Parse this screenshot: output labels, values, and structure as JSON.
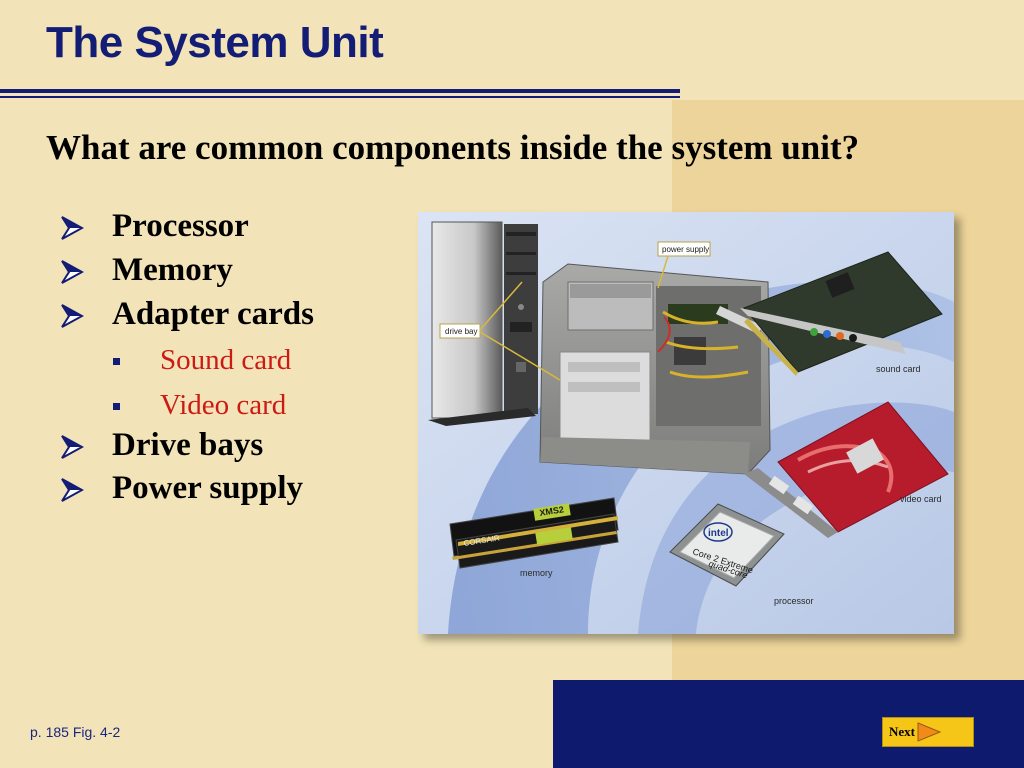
{
  "slide": {
    "title": "The System Unit",
    "question": "What are common components inside the system unit?",
    "bullets": [
      "Processor",
      "Memory",
      "Adapter cards"
    ],
    "sub_bullets": [
      "Sound card",
      "Video card"
    ],
    "bullets_after": [
      "Drive bays",
      "Power supply"
    ],
    "page_ref": "p. 185 Fig. 4-2",
    "next_label": "Next"
  },
  "figure": {
    "labels": {
      "power_supply": "power supply",
      "drive_bay": "drive bay",
      "sound_card": "sound card",
      "video_card": "video card",
      "memory": "memory",
      "processor": "processor"
    },
    "printed_text": {
      "intel": "intel",
      "core": "Core 2 Extreme",
      "quad": "quad-core",
      "xms": "XMS2",
      "corsair": "CORSAIR"
    }
  },
  "colors": {
    "background": "#f2e4b8",
    "panel": "#ecd49a",
    "navy": "#141d75",
    "footer": "#0d1a6e",
    "sub_text": "#cc1a14",
    "button": "#f5c518"
  },
  "icons": {
    "bullet": "arrow-bullet-icon",
    "sub_bullet": "square-bullet-icon",
    "next": "arrow-right-icon"
  }
}
